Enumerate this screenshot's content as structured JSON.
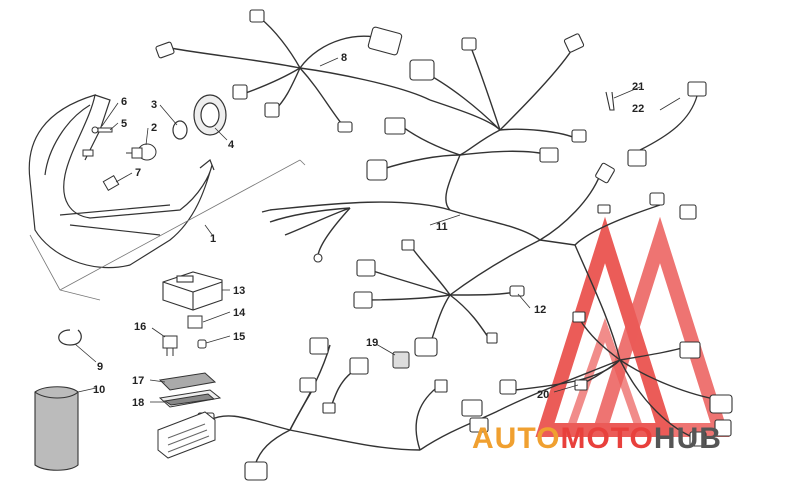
{
  "diagram": {
    "part_labels": [
      "1",
      "2",
      "3",
      "4",
      "5",
      "6",
      "7",
      "8",
      "9",
      "10",
      "11",
      "12",
      "13",
      "14",
      "15",
      "16",
      "17",
      "18",
      "19",
      "20",
      "21",
      "22"
    ]
  },
  "watermark": {
    "text_part1": "AUTO",
    "text_part2": "MOTO",
    "text_part3": "HUB",
    "colors": {
      "red": "#e8403c",
      "orange": "#f0a030",
      "gray": "#555555"
    }
  }
}
